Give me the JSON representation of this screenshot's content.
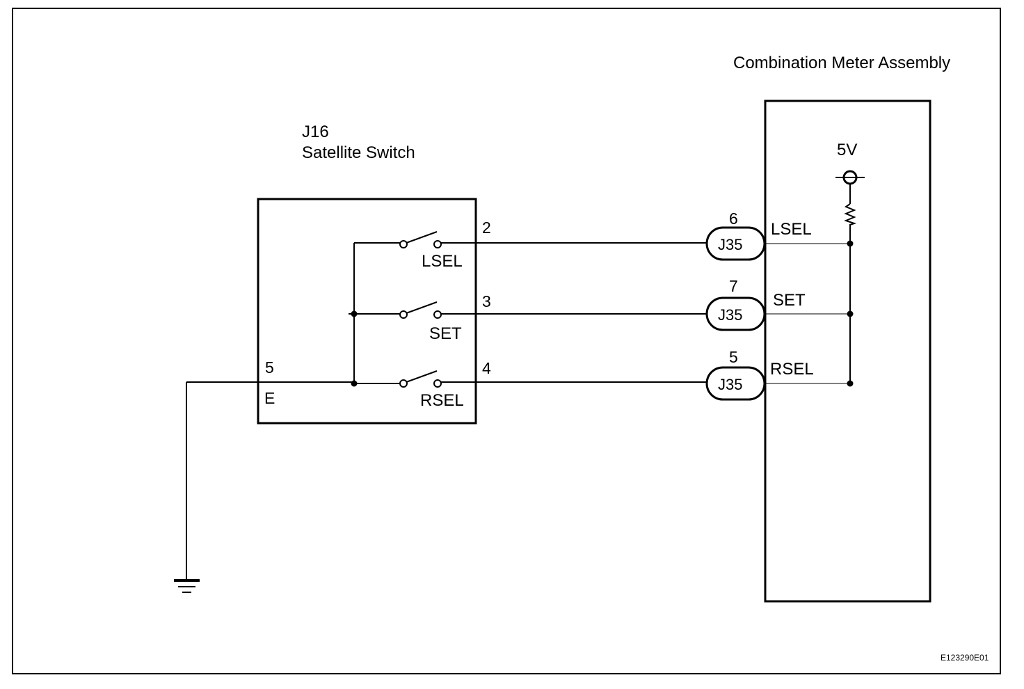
{
  "colors": {
    "line": "#000000",
    "background": "#ffffff"
  },
  "satellite_switch": {
    "connector": "J16",
    "name": "Satellite Switch",
    "ground_pin": "5",
    "ground_label": "E",
    "switches": [
      {
        "label": "LSEL",
        "pin": "2"
      },
      {
        "label": "SET",
        "pin": "3"
      },
      {
        "label": "RSEL",
        "pin": "4"
      }
    ]
  },
  "combination_meter": {
    "name": "Combination Meter Assembly",
    "supply": "5V",
    "inputs": [
      {
        "label": "LSEL",
        "junction": "J35",
        "pin": "6"
      },
      {
        "label": "SET",
        "junction": "J35",
        "pin": "7"
      },
      {
        "label": "RSEL",
        "junction": "J35",
        "pin": "5"
      }
    ]
  },
  "figure_code": "E123290E01"
}
